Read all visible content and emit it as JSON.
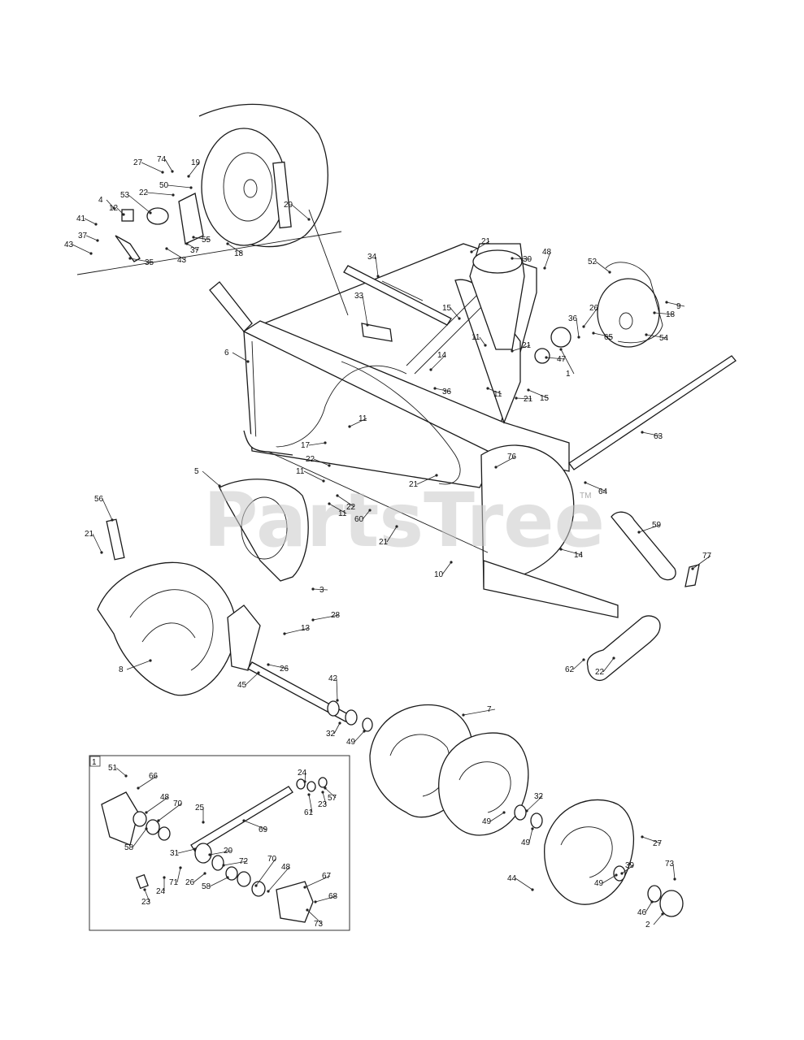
{
  "watermark": {
    "text": "PartsTree",
    "trademark": "TM"
  },
  "inset_box_label": "1",
  "part_labels": [
    {
      "id": "l-74",
      "text": "74"
    },
    {
      "id": "l-27a",
      "text": "27"
    },
    {
      "id": "l-19",
      "text": "19"
    },
    {
      "id": "l-22a",
      "text": "22"
    },
    {
      "id": "l-50",
      "text": "50"
    },
    {
      "id": "l-4",
      "text": "4"
    },
    {
      "id": "l-12",
      "text": "12"
    },
    {
      "id": "l-53",
      "text": "53"
    },
    {
      "id": "l-41",
      "text": "41"
    },
    {
      "id": "l-37a",
      "text": "37"
    },
    {
      "id": "l-43a",
      "text": "43"
    },
    {
      "id": "l-35",
      "text": "35"
    },
    {
      "id": "l-43b",
      "text": "43"
    },
    {
      "id": "l-37b",
      "text": "37"
    },
    {
      "id": "l-55",
      "text": "55"
    },
    {
      "id": "l-18a",
      "text": "18"
    },
    {
      "id": "l-29",
      "text": "29"
    },
    {
      "id": "l-34",
      "text": "34"
    },
    {
      "id": "l-21a",
      "text": "21"
    },
    {
      "id": "l-30",
      "text": "30"
    },
    {
      "id": "l-48a",
      "text": "48"
    },
    {
      "id": "l-52",
      "text": "52"
    },
    {
      "id": "l-33",
      "text": "33"
    },
    {
      "id": "l-15a",
      "text": "15"
    },
    {
      "id": "l-9",
      "text": "9"
    },
    {
      "id": "l-18b",
      "text": "18"
    },
    {
      "id": "l-26a",
      "text": "26"
    },
    {
      "id": "l-36a",
      "text": "36"
    },
    {
      "id": "l-11a",
      "text": "11"
    },
    {
      "id": "l-21b",
      "text": "21"
    },
    {
      "id": "l-65",
      "text": "65"
    },
    {
      "id": "l-54",
      "text": "54"
    },
    {
      "id": "l-6",
      "text": "6"
    },
    {
      "id": "l-14a",
      "text": "14"
    },
    {
      "id": "l-36b",
      "text": "36"
    },
    {
      "id": "l-47",
      "text": "47"
    },
    {
      "id": "l-1a",
      "text": "1"
    },
    {
      "id": "l-11b",
      "text": "11"
    },
    {
      "id": "l-21c",
      "text": "21"
    },
    {
      "id": "l-15b",
      "text": "15"
    },
    {
      "id": "l-11c",
      "text": "11"
    },
    {
      "id": "l-17",
      "text": "17"
    },
    {
      "id": "l-22b",
      "text": "22"
    },
    {
      "id": "l-63",
      "text": "63"
    },
    {
      "id": "l-11d",
      "text": "11"
    },
    {
      "id": "l-5",
      "text": "5"
    },
    {
      "id": "l-76",
      "text": "76"
    },
    {
      "id": "l-21d",
      "text": "21"
    },
    {
      "id": "l-64",
      "text": "64"
    },
    {
      "id": "l-22c",
      "text": "22"
    },
    {
      "id": "l-11e",
      "text": "11"
    },
    {
      "id": "l-60",
      "text": "60"
    },
    {
      "id": "l-56",
      "text": "56"
    },
    {
      "id": "l-21e",
      "text": "21"
    },
    {
      "id": "l-59",
      "text": "59"
    },
    {
      "id": "l-21f",
      "text": "21"
    },
    {
      "id": "l-77",
      "text": "77"
    },
    {
      "id": "l-14b",
      "text": "14"
    },
    {
      "id": "l-10",
      "text": "10"
    },
    {
      "id": "l-3",
      "text": "3"
    },
    {
      "id": "l-28",
      "text": "28"
    },
    {
      "id": "l-13",
      "text": "13"
    },
    {
      "id": "l-62",
      "text": "62"
    },
    {
      "id": "l-22d",
      "text": "22"
    },
    {
      "id": "l-26b",
      "text": "26"
    },
    {
      "id": "l-8",
      "text": "8"
    },
    {
      "id": "l-45",
      "text": "45"
    },
    {
      "id": "l-42",
      "text": "42"
    },
    {
      "id": "l-7",
      "text": "7"
    },
    {
      "id": "l-32a",
      "text": "32"
    },
    {
      "id": "l-49a",
      "text": "49"
    },
    {
      "id": "l-51",
      "text": "51"
    },
    {
      "id": "l-66",
      "text": "66"
    },
    {
      "id": "l-24a",
      "text": "24"
    },
    {
      "id": "l-48b",
      "text": "48"
    },
    {
      "id": "l-70a",
      "text": "70"
    },
    {
      "id": "l-25",
      "text": "25"
    },
    {
      "id": "l-23a",
      "text": "23"
    },
    {
      "id": "l-57",
      "text": "57"
    },
    {
      "id": "l-61",
      "text": "61"
    },
    {
      "id": "l-32b",
      "text": "32"
    },
    {
      "id": "l-69",
      "text": "69"
    },
    {
      "id": "l-58a",
      "text": "58"
    },
    {
      "id": "l-31",
      "text": "31"
    },
    {
      "id": "l-20",
      "text": "20"
    },
    {
      "id": "l-49b",
      "text": "49"
    },
    {
      "id": "l-49c",
      "text": "49"
    },
    {
      "id": "l-27b",
      "text": "27"
    },
    {
      "id": "l-72",
      "text": "72"
    },
    {
      "id": "l-71",
      "text": "71"
    },
    {
      "id": "l-70b",
      "text": "70"
    },
    {
      "id": "l-48c",
      "text": "48"
    },
    {
      "id": "l-24b",
      "text": "24"
    },
    {
      "id": "l-26c",
      "text": "26"
    },
    {
      "id": "l-58b",
      "text": "58"
    },
    {
      "id": "l-67",
      "text": "67"
    },
    {
      "id": "l-39",
      "text": "39"
    },
    {
      "id": "l-73a",
      "text": "73"
    },
    {
      "id": "l-44",
      "text": "44"
    },
    {
      "id": "l-49d",
      "text": "49"
    },
    {
      "id": "l-23b",
      "text": "23"
    },
    {
      "id": "l-68",
      "text": "68"
    },
    {
      "id": "l-73b",
      "text": "73"
    },
    {
      "id": "l-46",
      "text": "46"
    },
    {
      "id": "l-2",
      "text": "2"
    }
  ]
}
